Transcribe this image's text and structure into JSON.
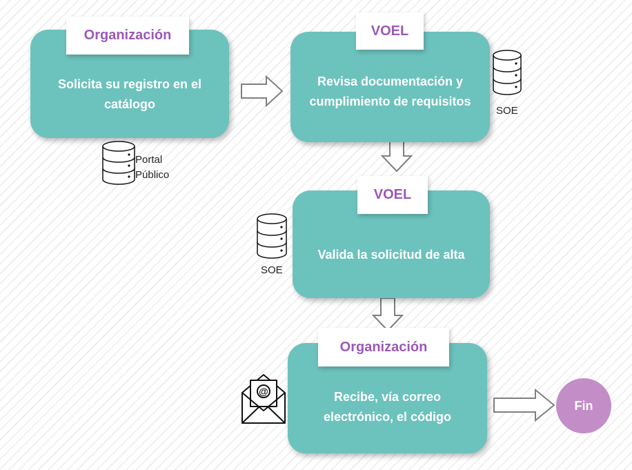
{
  "steps": [
    {
      "actor": "Organización",
      "text": "Solicita su registro en el catálogo",
      "system": "Portal Público",
      "system_icon": "database-icon"
    },
    {
      "actor": "VOEL",
      "text": "Revisa documentación y cumplimiento de requisitos",
      "system": "SOE",
      "system_icon": "database-icon"
    },
    {
      "actor": "VOEL",
      "text": "Valida la solicitud de alta",
      "system": "SOE",
      "system_icon": "database-icon"
    },
    {
      "actor": "Organización",
      "text": "Recibe, vía correo electrónico, el código",
      "system_icon": "email-envelope-icon"
    }
  ],
  "end": {
    "label": "Fin"
  },
  "colors": {
    "step_box": "#6cc2bd",
    "actor_text": "#9b59b6",
    "end_circle": "#c38dc7",
    "arrow_stroke": "#7f7f7f"
  }
}
